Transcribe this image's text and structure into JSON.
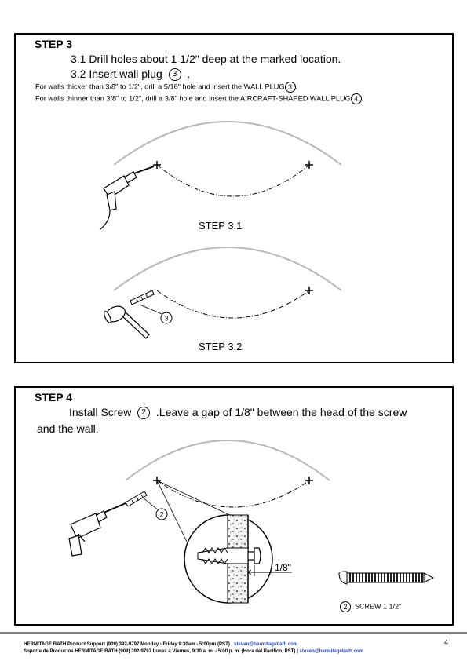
{
  "step3": {
    "title": "STEP 3",
    "line1": "3.1 Drill holes about 1 1/2\" deep at the marked location.",
    "line2_prefix": "3.2 Insert wall plug",
    "line2_ref": "3",
    "line2_suffix": ".",
    "note1_text": "For walls thicker than 3/8\" to 1/2\", drill a 5/16\" hole and insert the WALL PLUG",
    "note1_ref": "3",
    "note1_end": ".",
    "note2_text": "For walls thinner than 3/8\" to 1/2\", drill a 3/8\" hole and insert the AIRCRAFT-SHAPED WALL PLUG",
    "note2_ref": "4",
    "note2_end": ".",
    "caption_31": "STEP 3.1",
    "caption_32": "STEP 3.2",
    "callout_32": "3"
  },
  "step4": {
    "title": "STEP 4",
    "line1_prefix": "Install Screw",
    "line1_ref": "2",
    "line1_suffix": ".Leave a gap of 1/8\" between the head of the screw",
    "line2": "and the wall.",
    "callout": "2",
    "gap_label": "1/8\"",
    "screw_ref": "2",
    "screw_label": "SCREW  1 1/2\""
  },
  "footer": {
    "line1_text": "HERMITAGE BATH Product Support (909) 392-9797 Monday - Friday 9:30am - 5:00pm (PST) | ",
    "line1_email": "steven@hermitagebath.com",
    "line2_text": "Soporte de Productos HERMITAGE BATH (909) 392-9797 Lunes a Viernes, 9:30 a. m. - 5:00 p. m. (Hora del Pacífico, PST) | ",
    "line2_email": "steven@hermitagebath.com",
    "page_number": "4"
  }
}
